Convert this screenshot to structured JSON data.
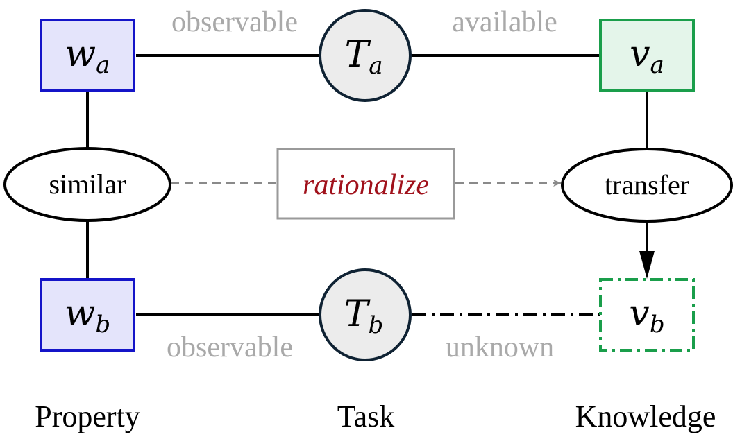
{
  "nodes": {
    "w_a": {
      "base": "w",
      "sub": "a"
    },
    "w_b": {
      "base": "w",
      "sub": "b"
    },
    "T_a": {
      "base": "T",
      "sub": "a"
    },
    "T_b": {
      "base": "T",
      "sub": "b"
    },
    "v_a": {
      "base": "v",
      "sub": "a"
    },
    "v_b": {
      "base": "v",
      "sub": "b"
    },
    "similar": "similar",
    "transfer": "transfer",
    "rationalize": "rationalize"
  },
  "edge_labels": {
    "top_left": "observable",
    "top_right": "available",
    "bottom_left": "observable",
    "bottom_right": "unknown"
  },
  "columns": {
    "left": "Property",
    "middle": "Task",
    "right": "Knowledge"
  },
  "colors": {
    "w_fill": "#e4e4fb",
    "w_stroke": "#1414c8",
    "v_fill": "#e4f5ea",
    "v_stroke": "#1a9e4b",
    "t_fill": "#ececec",
    "t_stroke": "#0f2233",
    "gray_text": "#a9a9a9",
    "rationalize_text": "#a0111b"
  }
}
